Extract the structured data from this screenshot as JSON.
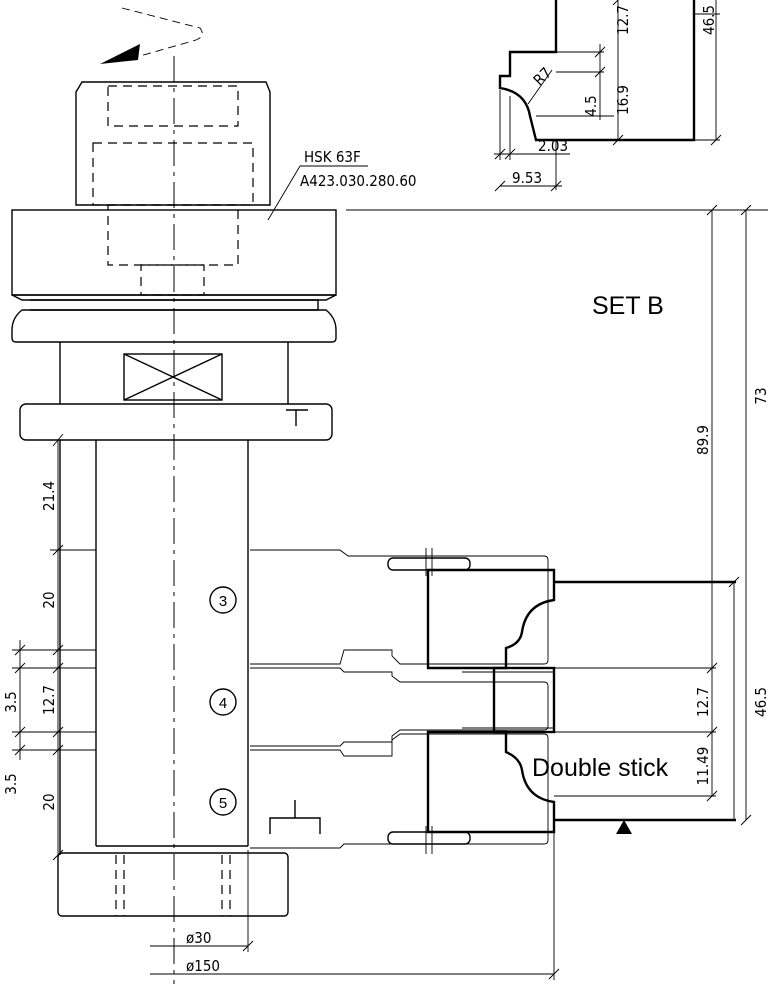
{
  "labels": {
    "set": "SET B",
    "tool_type": "Double stick",
    "holder": "HSK 63F",
    "part_number": "A423.030.280.60"
  },
  "circles": [
    "3",
    "4",
    "5"
  ],
  "dimensions": {
    "left_21_4": "21.4",
    "left_20_top": "20",
    "left_3_5_top": "3.5",
    "left_12_7": "12.7",
    "left_3_5_bottom": "3.5",
    "left_20_bottom": "20",
    "right_89_9": "89.9",
    "right_73": "73",
    "right_12_7": "12.7",
    "right_11_49": "11.49",
    "right_46_5": "46.5",
    "dia_30": "ø30",
    "dia_150": "ø150",
    "profile_12_7": "12.7",
    "profile_46_5": "46.5",
    "profile_r7": "R7",
    "profile_4_5": "4.5",
    "profile_16_9": "16.9",
    "profile_2_03": "2.03",
    "profile_9_53": "9.53"
  }
}
